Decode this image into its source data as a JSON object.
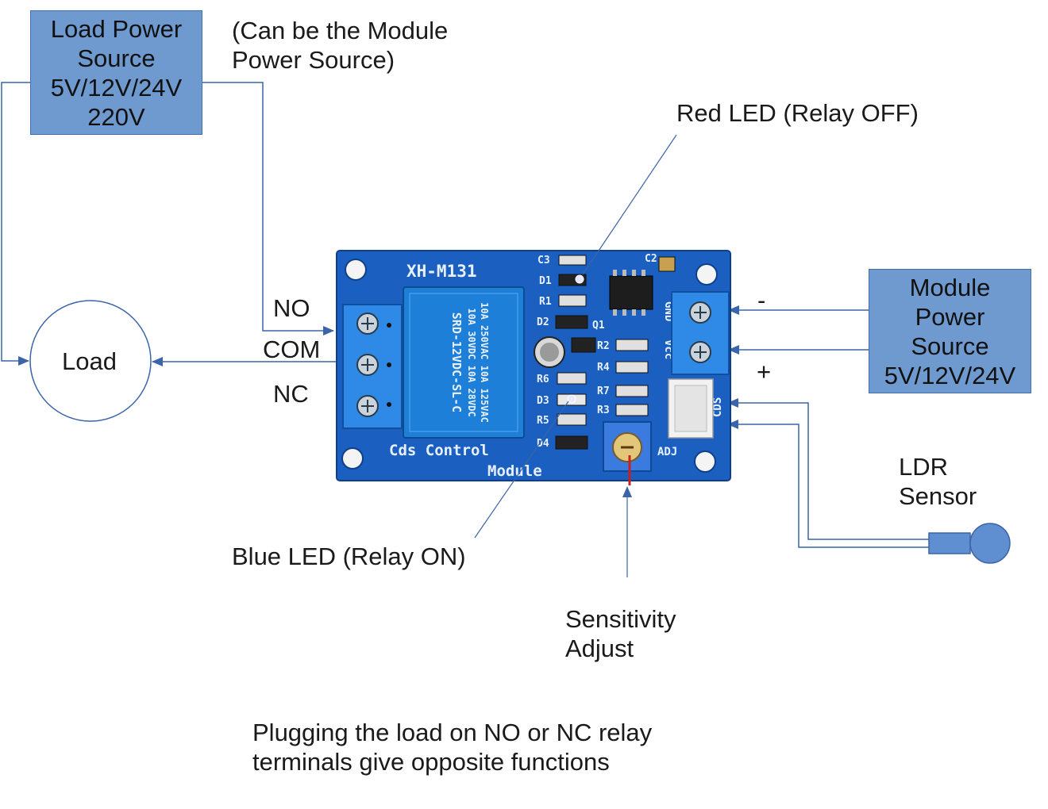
{
  "load_power_source": {
    "lines": [
      "Load Power",
      "Source",
      "5V/12V/24V",
      "220V"
    ],
    "note_lines": [
      "(Can be the Module",
      "Power Source)"
    ]
  },
  "module_power_source": {
    "lines": [
      "Module",
      "Power",
      "Source",
      "5V/12V/24V"
    ],
    "minus_label": "-",
    "plus_label": "+"
  },
  "load": {
    "label": "Load"
  },
  "relay_terminals": {
    "no": "NO",
    "com": "COM",
    "nc": "NC"
  },
  "callouts": {
    "red_led": "Red LED (Relay OFF)",
    "blue_led": "Blue LED (Relay ON)",
    "sensitivity": [
      "Sensitivity",
      "Adjust"
    ],
    "ldr": [
      "LDR",
      "Sensor"
    ]
  },
  "board": {
    "model": "XH-M131",
    "title_lines": [
      "Cds Control",
      "Module"
    ],
    "relay_lines": [
      "10A 250VAC 10A 125VAC",
      "10A 30VDC 10A 28VDC",
      "SRD-12VDC-SL-C"
    ],
    "component_labels": [
      "C3",
      "D1",
      "R1",
      "D2",
      "Q1",
      "C2",
      "R2",
      "R4",
      "R6",
      "D3",
      "R5",
      "D4",
      "R7",
      "R3",
      "GND",
      "Vcc",
      "CDS",
      "ADJ"
    ]
  },
  "footer_lines": [
    "Plugging the load on NO or NC relay",
    "terminals give opposite functions"
  ],
  "colors": {
    "box_fill": "#6f9ad0",
    "box_border": "#3f6fae",
    "wire": "#3a65a8",
    "pcb": "#1b5fc0",
    "terminal": "#2e8ae6",
    "relay": "#1e7fd8",
    "pot_lead": "#cc1f1f"
  }
}
